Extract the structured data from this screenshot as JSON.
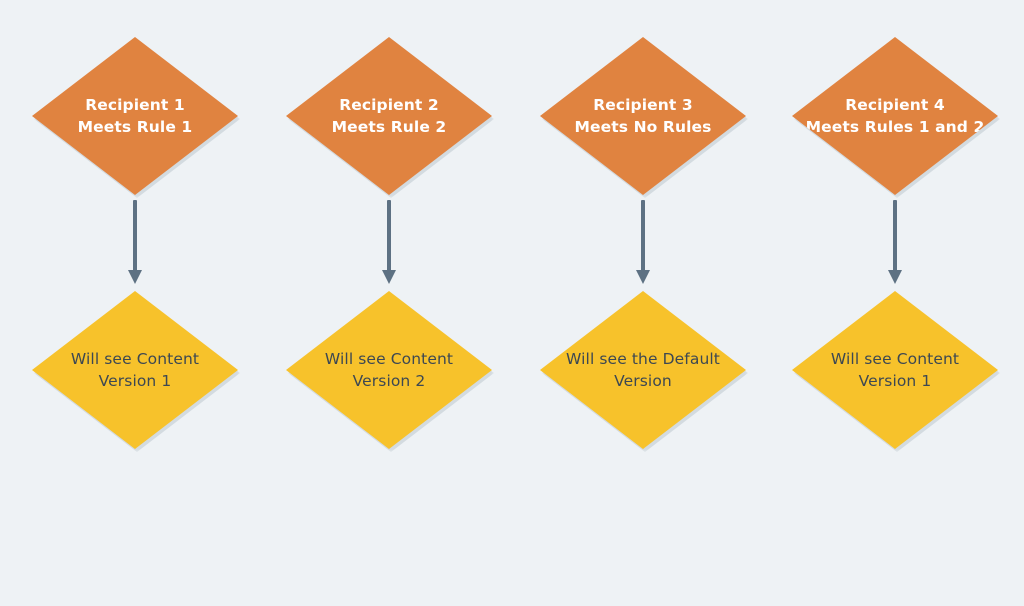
{
  "diagram": {
    "background_color": "#eef2f5",
    "rule_node_color": "#e08340",
    "outcome_node_color": "#f7c22b",
    "rule_text_color": "#ffffff",
    "outcome_text_color": "#3d4852",
    "arrow_color": "#5d7183",
    "columns": [
      {
        "rule": "Recipient 1\nMeets Rule 1",
        "outcome": "Will see Content\nVersion 1"
      },
      {
        "rule": "Recipient 2\nMeets Rule 2",
        "outcome": "Will see Content\nVersion 2"
      },
      {
        "rule": "Recipient 3\nMeets No Rules",
        "outcome": "Will see the Default\nVersion"
      },
      {
        "rule": "Recipient 4\nMeets Rules 1 and 2",
        "outcome": "Will see Content\nVersion 1"
      }
    ]
  }
}
